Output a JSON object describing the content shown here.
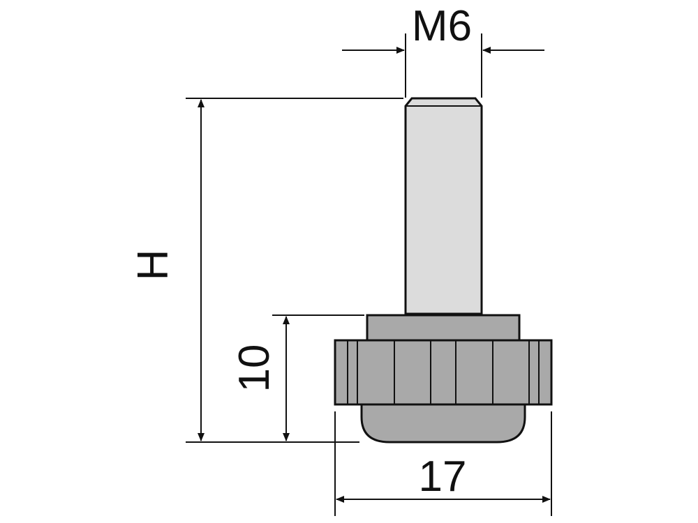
{
  "labels": {
    "thread": "M6",
    "height": "H",
    "base_height": "10",
    "width": "17"
  },
  "colors": {
    "line": "#111111",
    "shaft_fill": "#dcdcdc",
    "body_fill": "#a9a9a9",
    "background": "#ffffff"
  }
}
